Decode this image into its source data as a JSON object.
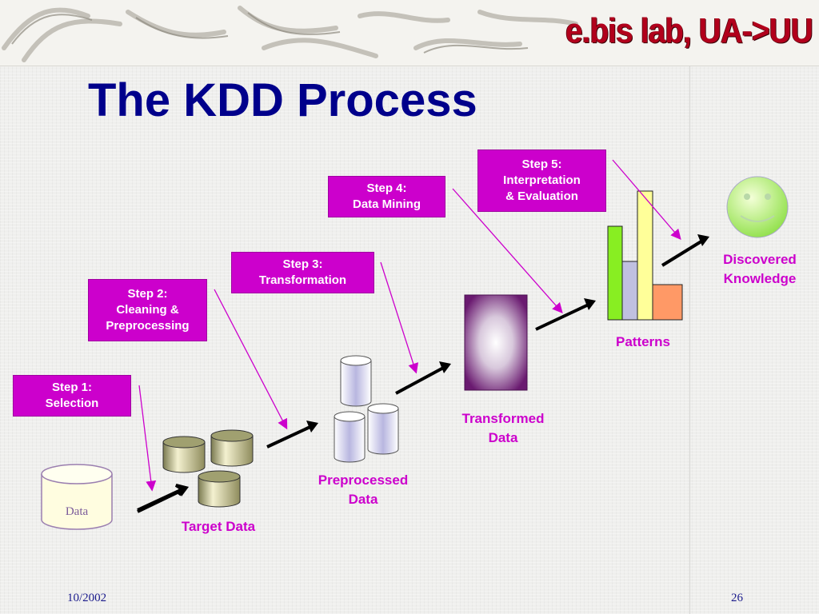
{
  "header": {
    "brand": "e.bis lab, UA->UU"
  },
  "slide": {
    "title": "The KDD Process"
  },
  "steps": [
    {
      "line1": "Step 1:",
      "line2": "Selection",
      "line3": ""
    },
    {
      "line1": "Step 2:",
      "line2": "Cleaning &",
      "line3": "Preprocessing"
    },
    {
      "line1": "Step 3:",
      "line2": "Transformation",
      "line3": ""
    },
    {
      "line1": "Step 4:",
      "line2": "Data Mining",
      "line3": ""
    },
    {
      "line1": "Step 5:",
      "line2": "Interpretation",
      "line3": "& Evaluation"
    }
  ],
  "labels": {
    "data": "Data",
    "target": "Target Data",
    "preprocessed_1": "Preprocessed",
    "preprocessed_2": "Data",
    "transformed_1": "Transformed",
    "transformed_2": "Data",
    "patterns": "Patterns",
    "knowledge_1": "Discovered",
    "knowledge_2": "Knowledge"
  },
  "footer": {
    "date": "10/2002",
    "page": "26"
  },
  "colors": {
    "step_bg": "#cc00cc",
    "title": "#00008b",
    "brand": "#b2001c"
  }
}
